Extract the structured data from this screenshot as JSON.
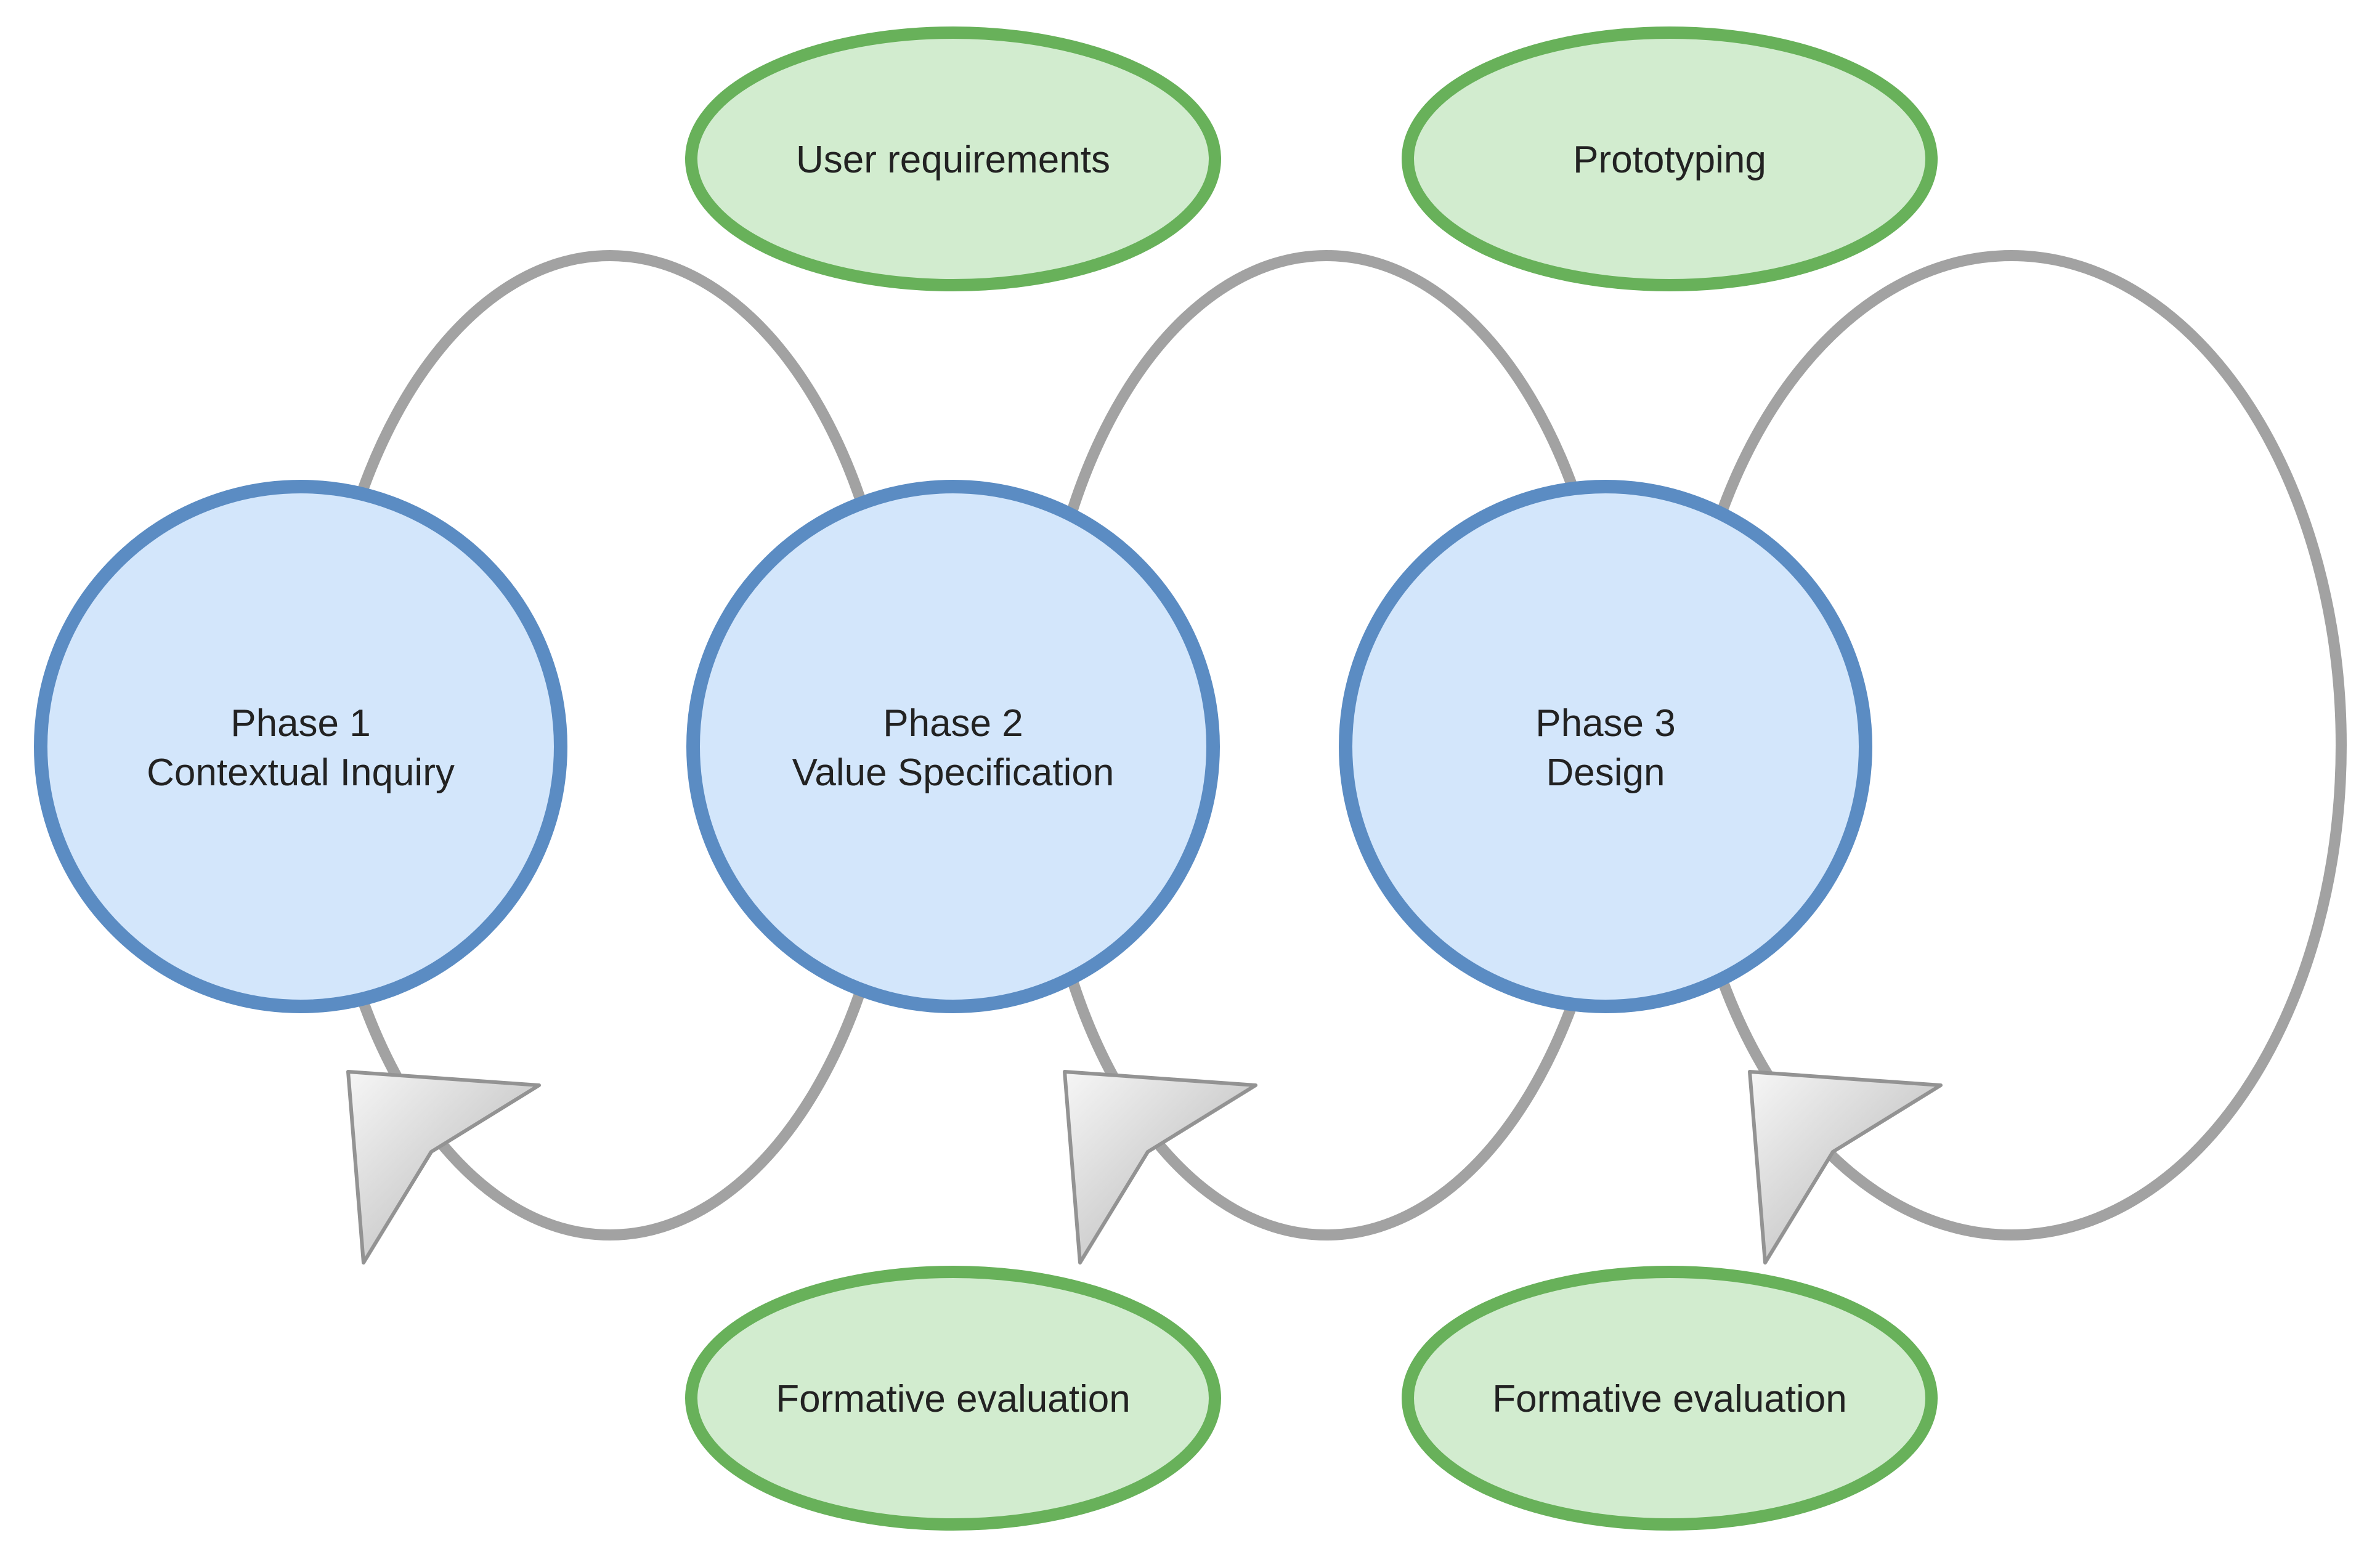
{
  "phases": [
    {
      "title": "Phase 1",
      "subtitle": "Contextual Inquiry"
    },
    {
      "title": "Phase 2",
      "subtitle": "Value Specification"
    },
    {
      "title": "Phase 3",
      "subtitle": "Design"
    }
  ],
  "top_activities": [
    {
      "label": "User requirements"
    },
    {
      "label": "Prototyping"
    }
  ],
  "bottom_activities": [
    {
      "label": "Formative evaluation"
    },
    {
      "label": "Formative evaluation"
    }
  ],
  "colors": {
    "phase_fill": "#d3e6fb",
    "phase_stroke": "#5b8cc3",
    "activity_fill": "#d2eccf",
    "activity_stroke": "#68b15a",
    "loop_stroke": "#a2a2a2"
  }
}
